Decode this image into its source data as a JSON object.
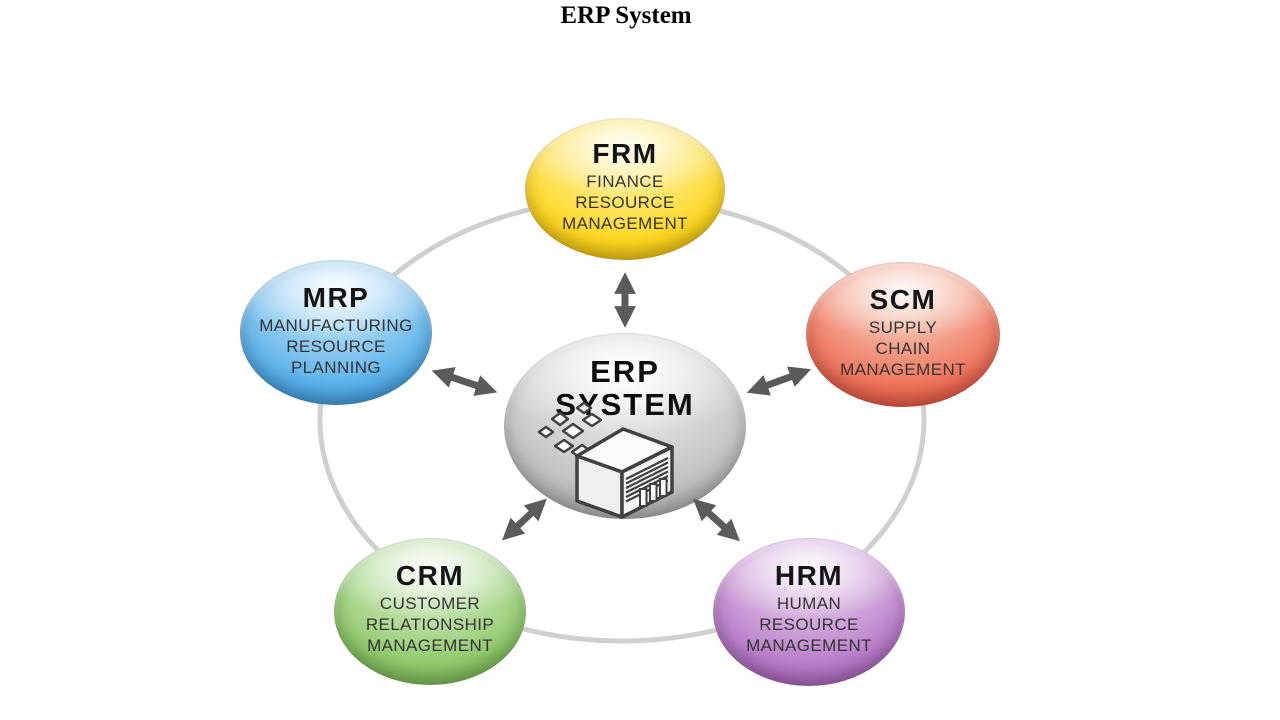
{
  "title": "ERP System",
  "center": {
    "line1": "ERP",
    "line2": "SYSTEM",
    "colors": {
      "light": "#f6f6f6",
      "main": "#bfbfbf",
      "dark": "#8d8d8d"
    }
  },
  "modules": [
    {
      "abbr": "FRM",
      "line1": "FINANCE",
      "line2": "RESOURCE",
      "line3": "MANAGEMENT",
      "colors": {
        "light": "#fff6c0",
        "main": "#ffd71e",
        "dark": "#d79a00"
      }
    },
    {
      "abbr": "MRP",
      "line1": "MANUFACTURING",
      "line2": "RESOURCE",
      "line3": "PLANNING",
      "colors": {
        "light": "#d7edfb",
        "main": "#58b0ea",
        "dark": "#1173c8"
      }
    },
    {
      "abbr": "SCM",
      "line1": "SUPPLY",
      "line2": "CHAIN",
      "line3": "MANAGEMENT",
      "colors": {
        "light": "#f7d8c8",
        "main": "#ef7058",
        "dark": "#dc2415"
      }
    },
    {
      "abbr": "CRM",
      "line1": "CUSTOMER",
      "line2": "RELATIONSHIP",
      "line3": "MANAGEMENT",
      "colors": {
        "light": "#e3f2d9",
        "main": "#8fc96a",
        "dark": "#4c9c2c"
      }
    },
    {
      "abbr": "HRM",
      "line1": "HUMAN",
      "line2": "RESOURCE",
      "line3": "MANAGEMENT",
      "colors": {
        "light": "#eedaf1",
        "main": "#b87ac8",
        "dark": "#8a389e"
      }
    }
  ],
  "diagram_colors": {
    "ring": "#d0d0d0",
    "arrow": "#5b5b5b",
    "icon_outline": "#404040"
  }
}
